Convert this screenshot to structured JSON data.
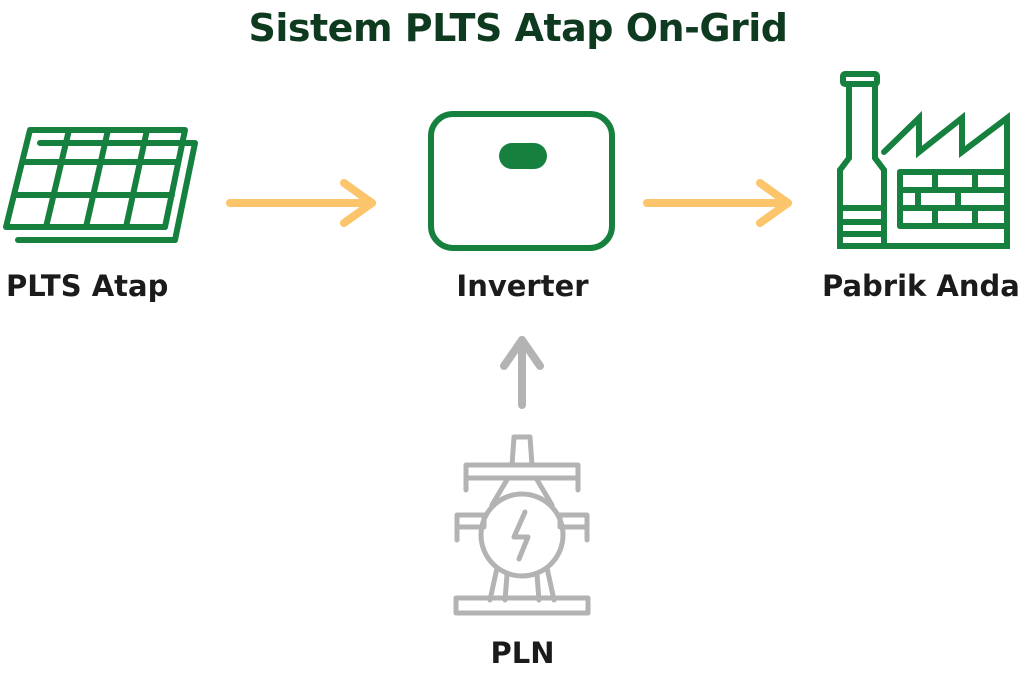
{
  "title": "Sistem PLTS Atap On-Grid",
  "nodes": {
    "solar": {
      "label": "PLTS Atap",
      "icon": "solar-panel-icon"
    },
    "inverter": {
      "label": "Inverter",
      "icon": "inverter-icon"
    },
    "factory": {
      "label": "Pabrik Anda",
      "icon": "factory-icon"
    },
    "grid": {
      "label": "PLN",
      "icon": "transmission-tower-icon"
    }
  },
  "colors": {
    "title": "#0e3b20",
    "icon_green": "#16813f",
    "arrow": "#fcc46b",
    "grid_gray": "#b3b3b3",
    "label": "#1b1b1b"
  }
}
